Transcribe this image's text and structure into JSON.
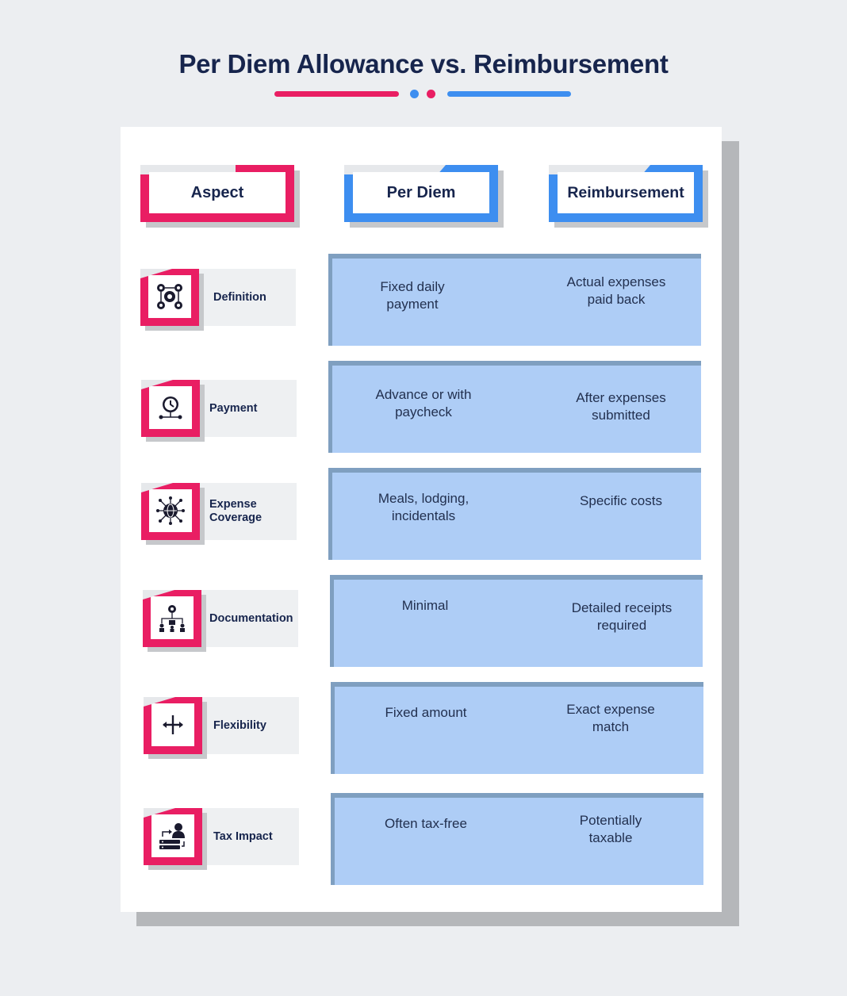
{
  "title": "Per Diem Allowance vs. Reimbursement",
  "colors": {
    "pink": "#e91e63",
    "blue": "#3d8ef0",
    "navy": "#17254d",
    "band": "#aecdf6"
  },
  "headers": {
    "aspect": "Aspect",
    "per_diem": "Per Diem",
    "reimbursement": "Reimbursement"
  },
  "rows": [
    {
      "aspect": "Definition",
      "icon": "gears-network-icon",
      "per_diem": "Fixed daily\npayment",
      "reimbursement": "Actual expenses\npaid back"
    },
    {
      "aspect": "Payment",
      "icon": "clock-timeline-icon",
      "per_diem": "Advance or with\npaycheck",
      "reimbursement": "After expenses\nsubmitted"
    },
    {
      "aspect": "Expense\nCoverage",
      "icon": "globe-network-icon",
      "per_diem": "Meals, lodging,\nincidentals",
      "reimbursement": "Specific costs"
    },
    {
      "aspect": "Documentation",
      "icon": "org-chart-gear-icon",
      "per_diem": "Minimal",
      "reimbursement": "Detailed receipts\nrequired"
    },
    {
      "aspect": "Flexibility",
      "icon": "move-arrows-icon",
      "per_diem": "Fixed amount",
      "reimbursement": "Exact expense\nmatch"
    },
    {
      "aspect": "Tax Impact",
      "icon": "person-server-icon",
      "per_diem": "Often tax-free",
      "reimbursement": "Potentially\ntaxable"
    }
  ]
}
